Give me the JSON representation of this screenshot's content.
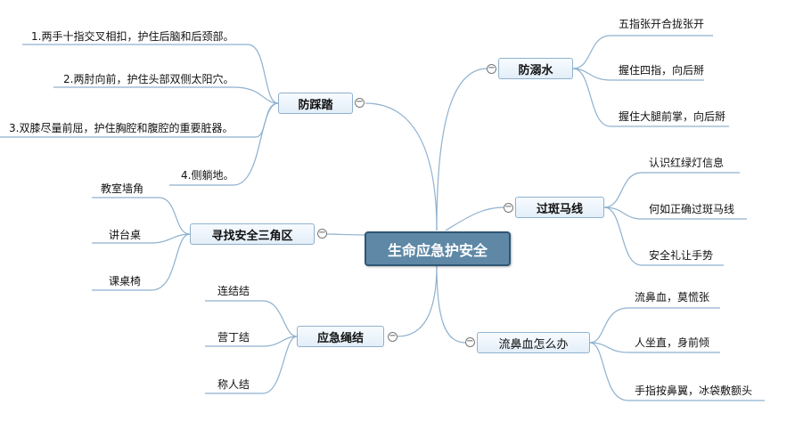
{
  "central": {
    "label": "生命应急护安全"
  },
  "branches": {
    "fangcaita": {
      "label": "防踩踏",
      "children": [
        "1.两手十指交叉相扣，护住后脑和后颈部。",
        "2.两肘向前，护住头部双侧太阳穴。",
        "3.双膝尽量前屈，护住胸腔和腹腔的重要脏器。",
        "4.侧躺地。"
      ]
    },
    "xunzhao": {
      "label": "寻找安全三角区",
      "children": [
        "教室墙角",
        "讲台桌",
        "课桌椅"
      ]
    },
    "shengjie": {
      "label": "应急绳结",
      "children": [
        "连结结",
        "营丁结",
        "称人结"
      ]
    },
    "fangnishui": {
      "label": "防溺水",
      "children": [
        "五指张开合拢张开",
        "握住四指，向后掰",
        "握住大腿前掌，向后掰"
      ]
    },
    "banmaxian": {
      "label": "过斑马线",
      "children": [
        "认识红绿灯信息",
        "何如正确过斑马线",
        "安全礼让手势"
      ]
    },
    "liubixue": {
      "label": "流鼻血怎么办",
      "children": [
        "流鼻血，莫慌张",
        "人坐直，身前倾",
        "手指按鼻翼，冰袋敷额头"
      ]
    }
  },
  "toggle_symbol": "−"
}
